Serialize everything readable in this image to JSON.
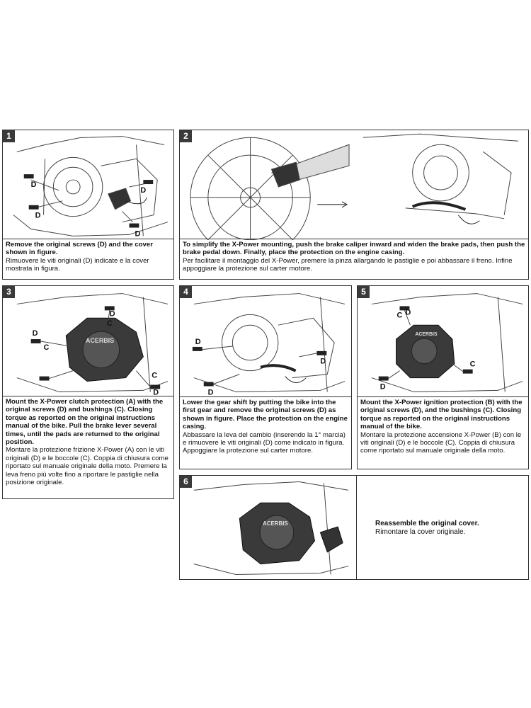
{
  "steps": [
    {
      "number": "1",
      "en": "Remove the original screws (D) and the cover shown in figure.",
      "it": "Rimuovere le viti originali (D) indicate e la cover mostrata in figura.",
      "labels": [
        "D",
        "D",
        "D",
        "D"
      ]
    },
    {
      "number": "2",
      "en": "To simplify the X-Power mounting, push the brake caliper inward and widen the brake pads, then push the brake pedal down. Finally, place the protection on the engine casing.",
      "it": "Per facilitare il montaggio del X-Power, premere la pinza allargando le pastiglie e poi abbassare il freno. Infine appoggiare la protezione sul carter motore."
    },
    {
      "number": "3",
      "en": "Mount the X-Power clutch protection (A) with the original screws (D) and bushings (C). Closing torque as reported on the original instructions manual of the bike. Pull the brake lever several times, until the pads are returned to the original position.",
      "it": "Montare la protezione frizione X-Power (A) con le viti originali (D) e le boccole (C). Coppia di chiusura come riportato sul manuale originale della moto. Premere la leva freno più volte fino a riportare le pastiglie nella posizione originale.",
      "labels": [
        "D",
        "C",
        "D",
        "C",
        "C",
        "D"
      ],
      "logo": "ACERBIS"
    },
    {
      "number": "4",
      "en": "Lower the gear shift by putting the bike into the first gear and remove the original screws (D) as shown in figure. Place the protection on the engine casing.",
      "it": "Abbassare la leva del cambio (inserendo la 1° marcia) e rimuovere le viti originali (D) come indicato in figura. Appoggiare la protezione sul carter motore.",
      "labels": [
        "D",
        "D",
        "D"
      ]
    },
    {
      "number": "5",
      "en": "Mount the X-Power ignition protection (B) with the original screws (D), and the bushings (C). Closing torque as reported on the original instructions manual of the bike.",
      "it": "Montare la protezione accensione X-Power (B) con le viti originali (D) e le boccole (C). Coppia di chiusura come riportato sul manuale originale della moto.",
      "labels": [
        "C",
        "D",
        "D",
        "C"
      ],
      "logo": "ACERBIS"
    },
    {
      "number": "6",
      "logo": "ACERBIS"
    }
  ],
  "final_note": {
    "en": "Reassemble the original cover.",
    "it": "Rimontare la cover originale."
  }
}
